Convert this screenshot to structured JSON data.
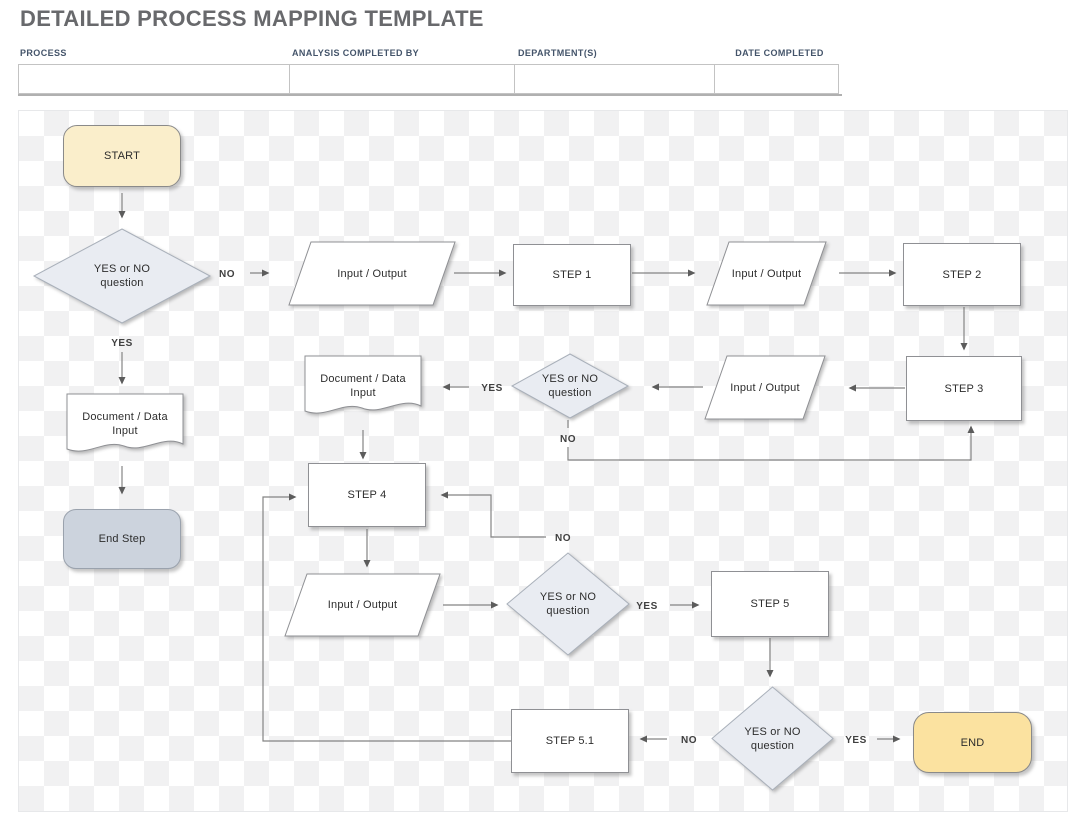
{
  "page_title": "DETAILED PROCESS MAPPING TEMPLATE",
  "form": {
    "fields": [
      {
        "label": "PROCESS",
        "value": ""
      },
      {
        "label": "ANALYSIS COMPLETED BY",
        "value": ""
      },
      {
        "label": "DEPARTMENT(S)",
        "value": ""
      },
      {
        "label": "DATE COMPLETED",
        "value": ""
      }
    ]
  },
  "flow": {
    "nodes": {
      "start": {
        "label": "START",
        "type": "terminator"
      },
      "q1": {
        "label": "YES or NO question",
        "type": "decision"
      },
      "io1": {
        "label": "Input / Output",
        "type": "input-output"
      },
      "step1": {
        "label": "STEP 1",
        "type": "process"
      },
      "io2": {
        "label": "Input / Output",
        "type": "input-output"
      },
      "step2": {
        "label": "STEP 2",
        "type": "process"
      },
      "step3": {
        "label": "STEP 3",
        "type": "process"
      },
      "io3": {
        "label": "Input / Output",
        "type": "input-output"
      },
      "q2": {
        "label": "YES or NO question",
        "type": "decision"
      },
      "doc1": {
        "label": "Document / Data Input",
        "type": "document"
      },
      "step4": {
        "label": "STEP 4",
        "type": "process"
      },
      "io4": {
        "label": "Input / Output",
        "type": "input-output"
      },
      "q3": {
        "label": "YES or NO question",
        "type": "decision"
      },
      "step5": {
        "label": "STEP 5",
        "type": "process"
      },
      "q4": {
        "label": "YES or NO question",
        "type": "decision"
      },
      "step51": {
        "label": "STEP 5.1",
        "type": "process"
      },
      "end": {
        "label": "END",
        "type": "terminator"
      },
      "doc2": {
        "label": "Document / Data Input",
        "type": "document"
      },
      "endstep": {
        "label": "End Step",
        "type": "terminator"
      }
    },
    "edges": {
      "q1_no": "NO",
      "q1_yes": "YES",
      "q2_yes": "YES",
      "q2_no": "NO",
      "q3_no": "NO",
      "q3_yes": "YES",
      "q4_no": "NO",
      "q4_yes": "YES"
    }
  },
  "colors": {
    "title_text": "#68696c",
    "form_label_text": "#44546a",
    "start_fill": "#faeecb",
    "end_fill": "#fbe2a0",
    "end_step_fill": "#ccd3dd",
    "decision_fill": "#e9ecf2",
    "checker_gray": "#f1f1f2",
    "connector": "#848484"
  }
}
